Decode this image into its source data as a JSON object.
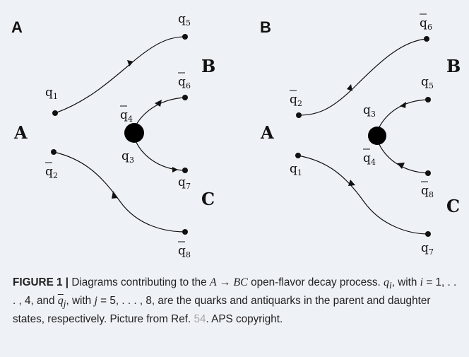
{
  "figure": {
    "panel_left": "A",
    "panel_right": "B",
    "hadrons": {
      "parent": "A",
      "daughter_1": "B",
      "daughter_2": "C"
    },
    "quark_letter": "q",
    "left_diagram": {
      "quarks": [
        "1",
        "5",
        "4",
        "6",
        "3",
        "7",
        "2",
        "8"
      ],
      "bar_subscripts": [
        "4",
        "6",
        "2",
        "8"
      ]
    },
    "right_diagram": {
      "quarks": [
        "6",
        "2",
        "5",
        "3",
        "4",
        "8",
        "1",
        "7"
      ],
      "bar_subscripts": [
        "6",
        "2",
        "4",
        "8"
      ]
    }
  },
  "caption": {
    "label": "FIGURE 1 |",
    "text_1": "Diagrams contributing to the",
    "process": "A → BC",
    "text_2": "open-flavor decay process.",
    "q_i": "q",
    "q_i_sub": "i",
    "text_3": ", with",
    "i_var": "i",
    "text_4": "= 1, . . . , 4, and",
    "q_j": "q",
    "q_j_sub": "j",
    "text_5": ", with",
    "j_var": "j",
    "text_6": "= 5, . . . , 8, are the quarks and antiquarks in the parent and daughter states, respectively. Picture from Ref.",
    "ref_number": "54",
    "text_7": ". APS copyright."
  }
}
